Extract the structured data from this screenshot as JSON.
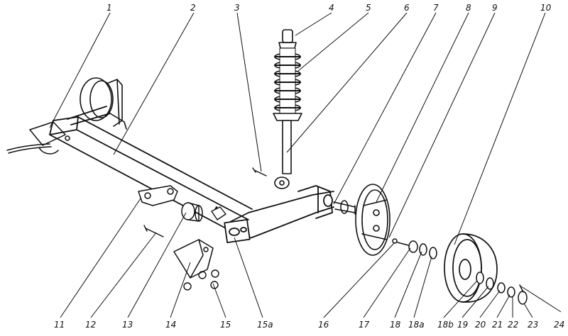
{
  "diagram": {
    "callouts": [
      {
        "id": "c1",
        "label": "1"
      },
      {
        "id": "c2",
        "label": "2"
      },
      {
        "id": "c3",
        "label": "3"
      },
      {
        "id": "c4",
        "label": "4"
      },
      {
        "id": "c5",
        "label": "5"
      },
      {
        "id": "c6",
        "label": "6"
      },
      {
        "id": "c7",
        "label": "7"
      },
      {
        "id": "c8",
        "label": "8"
      },
      {
        "id": "c9",
        "label": "9"
      },
      {
        "id": "c10",
        "label": "10"
      },
      {
        "id": "c11",
        "label": "11"
      },
      {
        "id": "c12",
        "label": "12"
      },
      {
        "id": "c13",
        "label": "13"
      },
      {
        "id": "c14",
        "label": "14"
      },
      {
        "id": "c15",
        "label": "15"
      },
      {
        "id": "c15a",
        "label": "15a"
      },
      {
        "id": "c16",
        "label": "16"
      },
      {
        "id": "c17",
        "label": "17"
      },
      {
        "id": "c18",
        "label": "18"
      },
      {
        "id": "c18a",
        "label": "18a"
      },
      {
        "id": "c18b",
        "label": "18b"
      },
      {
        "id": "c19",
        "label": "19"
      },
      {
        "id": "c20",
        "label": "20"
      },
      {
        "id": "c21",
        "label": "21"
      },
      {
        "id": "c22",
        "label": "22"
      },
      {
        "id": "c23",
        "label": "23"
      },
      {
        "id": "c24",
        "label": "24"
      }
    ]
  }
}
